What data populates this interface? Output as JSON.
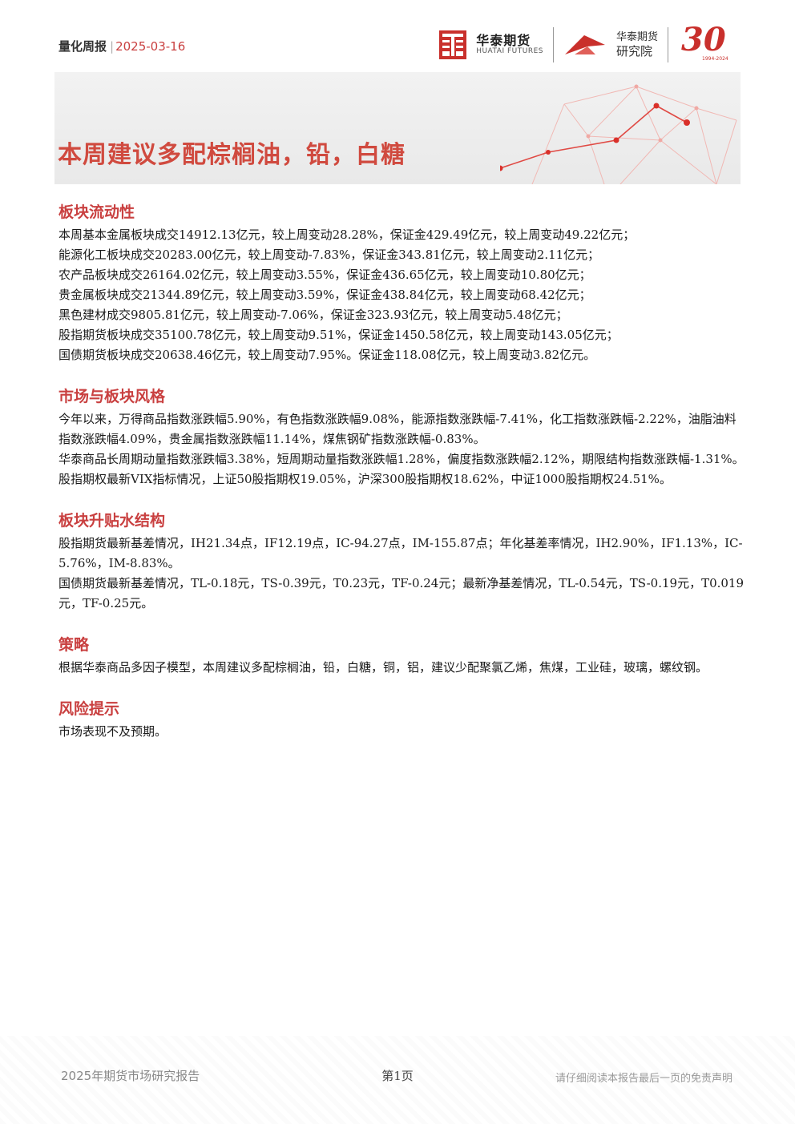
{
  "header": {
    "report_type": "量化周报",
    "separator": "|",
    "date": "2025-03-16",
    "logo_cn": "华泰期货",
    "logo_en": "HUATAI FUTURES",
    "institute_line1": "华泰期货",
    "institute_line2": "研究院",
    "anniversary": "30",
    "anniversary_years": "1994-2024"
  },
  "title": "本周建议多配棕榈油，铅，白糖",
  "sections": [
    {
      "heading": "板块流动性",
      "paragraphs": [
        "本周基本金属板块成交14912.13亿元，较上周变动28.28%，保证金429.49亿元，较上周变动49.22亿元；",
        "能源化工板块成交20283.00亿元，较上周变动-7.83%，保证金343.81亿元，较上周变动2.11亿元；",
        "农产品板块成交26164.02亿元，较上周变动3.55%，保证金436.65亿元，较上周变动10.80亿元；",
        "贵金属板块成交21344.89亿元，较上周变动3.59%，保证金438.84亿元，较上周变动68.42亿元；",
        "黑色建材成交9805.81亿元，较上周变动-7.06%，保证金323.93亿元，较上周变动5.48亿元；",
        "股指期货板块成交35100.78亿元，较上周变动9.51%，保证金1450.58亿元，较上周变动143.05亿元；",
        "国债期货板块成交20638.46亿元，较上周变动7.95%。保证金118.08亿元，较上周变动3.82亿元。"
      ]
    },
    {
      "heading": "市场与板块风格",
      "paragraphs": [
        "今年以来，万得商品指数涨跌幅5.90%，有色指数涨跌幅9.08%，能源指数涨跌幅-7.41%，化工指数涨跌幅-2.22%，油脂油料指数涨跌幅4.09%，贵金属指数涨跌幅11.14%，煤焦钢矿指数涨跌幅-0.83%。",
        "华泰商品长周期动量指数涨跌幅3.38%，短周期动量指数涨跌幅1.28%，偏度指数涨跌幅2.12%，期限结构指数涨跌幅-1.31%。",
        "股指期权最新VIX指标情况，上证50股指期权19.05%，沪深300股指期权18.62%，中证1000股指期权24.51%。"
      ]
    },
    {
      "heading": "板块升贴水结构",
      "paragraphs": [
        "股指期货最新基差情况，IH21.34点，IF12.19点，IC-94.27点，IM-155.87点；年化基差率情况，IH2.90%，IF1.13%，IC-5.76%，IM-8.83%。",
        "国债期货最新基差情况，TL-0.18元，TS-0.39元，T0.23元，TF-0.24元；最新净基差情况，TL-0.54元，TS-0.19元，T0.019元，TF-0.25元。"
      ]
    },
    {
      "heading": "策略",
      "paragraphs": [
        "根据华泰商品多因子模型，本周建议多配棕榈油，铅，白糖，铜，铝，建议少配聚氯乙烯，焦煤，工业硅，玻璃，螺纹钢。"
      ]
    },
    {
      "heading": "风险提示",
      "paragraphs": [
        "市场表现不及预期。"
      ]
    }
  ],
  "footer": {
    "left": "2025年期货市场研究报告",
    "center": "第1页",
    "right": "请仔细阅读本报告最后一页的免责声明"
  },
  "colors": {
    "accent": "#c94040",
    "title": "#d04a3f"
  }
}
